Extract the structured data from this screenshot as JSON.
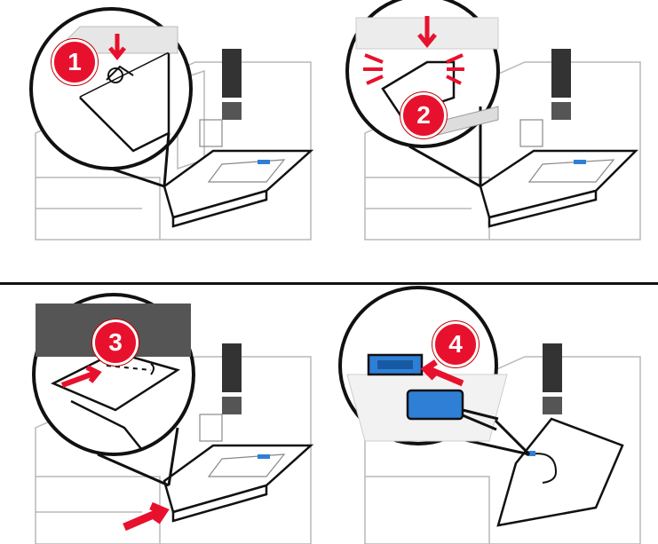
{
  "steps": [
    {
      "number": "1",
      "action": "press-down"
    },
    {
      "number": "2",
      "action": "release-latches"
    },
    {
      "number": "3",
      "action": "slide-in"
    },
    {
      "number": "4",
      "action": "connect-cable"
    }
  ],
  "colors": {
    "badge": "#e8112d",
    "arrow": "#e8112d",
    "connector": "#2f7fd6",
    "outline": "#111111",
    "printer_body": "#ffffff",
    "printer_lines": "#b8b8b8",
    "vent": "#333333"
  }
}
